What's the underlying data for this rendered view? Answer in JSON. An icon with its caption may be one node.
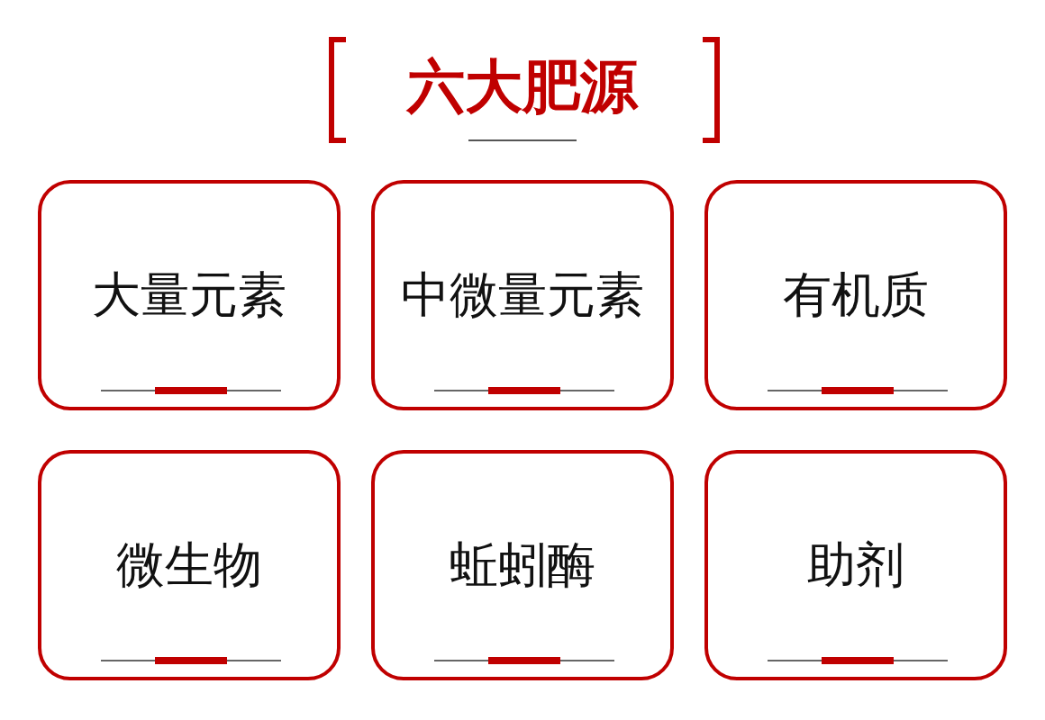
{
  "diagram": {
    "title": "六大肥源",
    "nodes": [
      {
        "text": [
          "大量元素"
        ]
      },
      {
        "text": [
          "中微量元素"
        ]
      },
      {
        "text": [
          "有机质"
        ]
      },
      {
        "text": [
          "微生物"
        ]
      },
      {
        "text": [
          "蚯蚓酶"
        ]
      },
      {
        "text": [
          "助剂"
        ]
      }
    ]
  }
}
